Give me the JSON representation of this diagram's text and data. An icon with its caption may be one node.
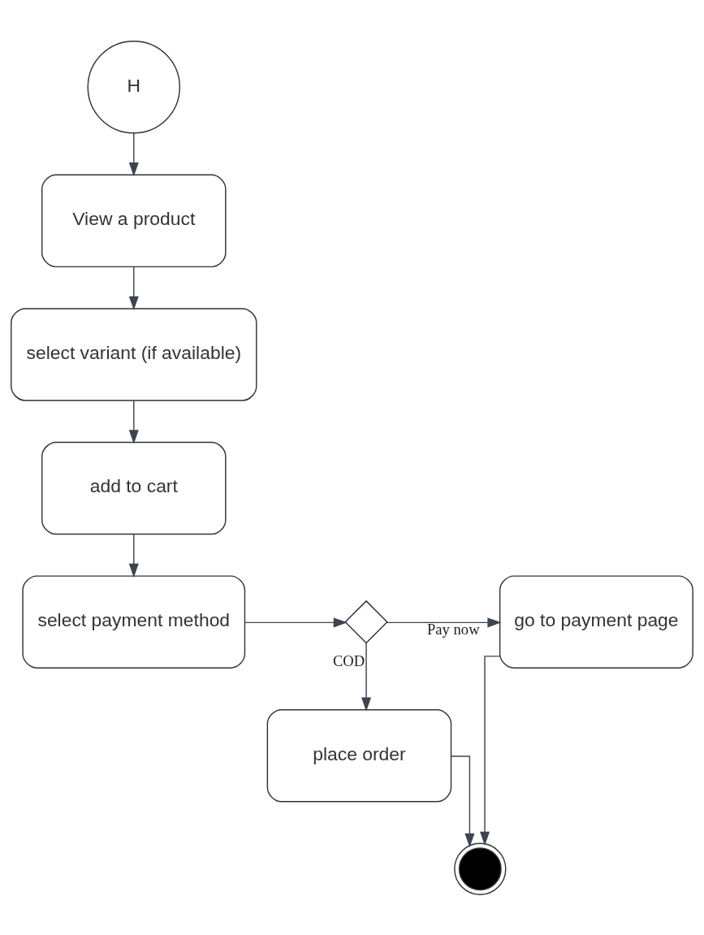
{
  "diagram": {
    "nodes": [
      {
        "text": [
          "H"
        ]
      },
      {
        "text": [
          "View a product"
        ]
      },
      {
        "text": [
          "select variant (if available)"
        ]
      },
      {
        "text": [
          "add to cart"
        ]
      },
      {
        "text": [
          "select payment method"
        ]
      },
      {
        "text": [],
        "shape": "diamond"
      },
      {
        "text": [
          "go to payment page"
        ]
      },
      {
        "text": [
          "place order"
        ]
      },
      {
        "text": [],
        "shape": "circle"
      }
    ],
    "edges": [
      {
        "from": 0,
        "to": 1,
        "arrow": "to"
      },
      {
        "from": 1,
        "to": 2,
        "arrow": "to"
      },
      {
        "from": 2,
        "to": 3,
        "arrow": "to"
      },
      {
        "from": 3,
        "to": 4,
        "arrow": "to"
      },
      {
        "from": 4,
        "to": 5,
        "arrow": "to"
      },
      {
        "from": 5,
        "to": 6,
        "label": "Pay now",
        "arrow": "to"
      },
      {
        "from": 5,
        "to": 7,
        "label": "COD",
        "arrow": "to"
      },
      {
        "from": 7,
        "to": 8,
        "arrow": "to"
      },
      {
        "from": 6,
        "to": 8,
        "arrow": "to"
      }
    ]
  }
}
